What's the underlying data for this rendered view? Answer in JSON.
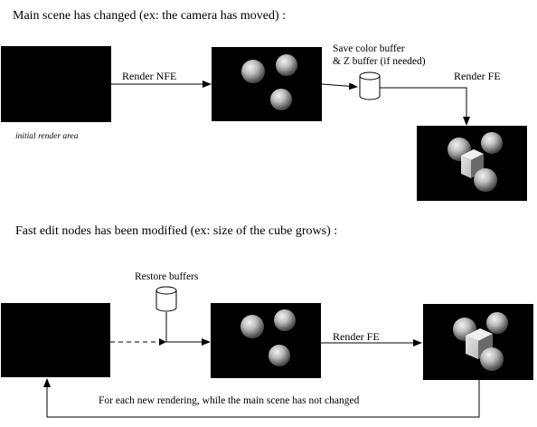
{
  "section1": {
    "heading": "Main scene has changed (ex: the camera has moved) :",
    "render_nfe_label": "Render NFE",
    "save_label_line1": "Save color buffer",
    "save_label_line2": "& Z buffer (if needed)",
    "render_fe_label": "Render FE",
    "initial_area_caption": "initial render area"
  },
  "section2": {
    "heading": "Fast edit nodes has been modified (ex: size of the cube grows) :",
    "restore_label": "Restore buffers",
    "render_fe_label": "Render FE",
    "loop_caption": "For each new rendering, while the main scene has not changed"
  }
}
